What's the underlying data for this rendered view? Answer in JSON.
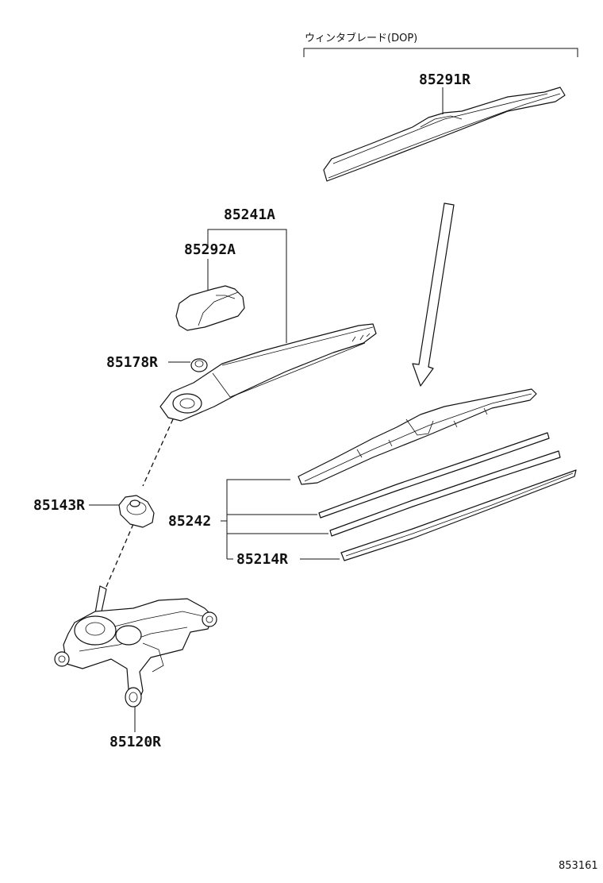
{
  "diagram": {
    "option_label": "ウィンタブレード(DOP)",
    "figure_id": "853161",
    "parts": [
      {
        "id": "85291R"
      },
      {
        "id": "85241A"
      },
      {
        "id": "85292A"
      },
      {
        "id": "85178R"
      },
      {
        "id": "85143R"
      },
      {
        "id": "85242"
      },
      {
        "id": "85214R"
      },
      {
        "id": "85120R"
      }
    ]
  }
}
